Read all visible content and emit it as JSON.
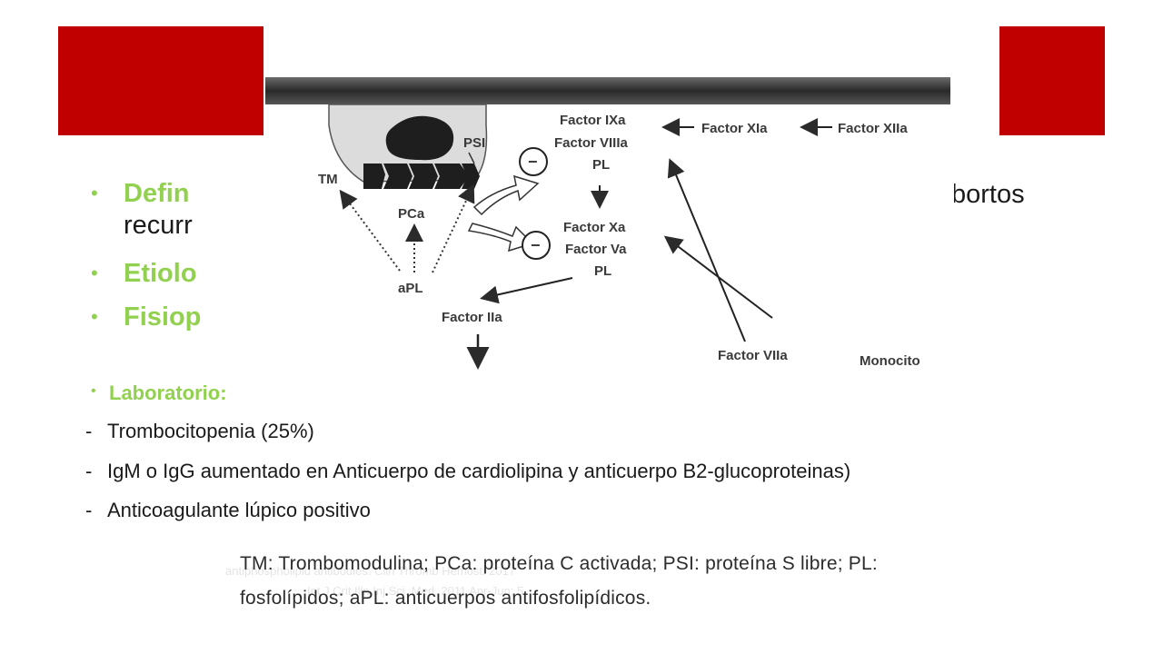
{
  "colors": {
    "accent_red": "#c00000",
    "green": "#92d050",
    "text": "#1a1a1a"
  },
  "bullets": [
    {
      "label": "Defin"
    },
    {
      "label": "Etiolo"
    },
    {
      "label": "Fisiop"
    }
  ],
  "partial_text": {
    "recur": "recurr",
    "abortos": "bortos"
  },
  "diagram": {
    "labels": {
      "tm": "TM",
      "psi": "PSI",
      "pca": "PCa",
      "apl": "aPL",
      "f9a": "Factor IXa",
      "f8a": "Factor VIIIa",
      "pl1": "PL",
      "f11a": "Factor XIa",
      "f12a": "Factor XIIa",
      "f10a": "Factor Xa",
      "f5a": "Factor Va",
      "pl2": "PL",
      "f2a": "Factor IIa",
      "f7a": "Factor VIIa",
      "mono": "Monocito",
      "minus": "−"
    }
  },
  "lab": {
    "heading": "Laboratorio:",
    "items": [
      "Trombocitopenia (25%)",
      "IgM o IgG aumentado en Anticuerpo de cardiolipina y anticuerpo B2-glucoproteinas)",
      "Anticoagulante lúpico positivo"
    ],
    "dash": "-"
  },
  "caption": {
    "line1": "TM: Trombomodulina; PCa: proteína C activada; PSI: proteína S libre; PL:",
    "line2": "fosfolípidos; aPL: anticuerpos antifosfolipídicos.",
    "faded1": "antiphospholipid antibodies: Clin Thromb Hemost. 2017",
    "faded2": "Int J Crit Illn Inj Sci. Med. 2011 Apr-Jun; 5"
  }
}
